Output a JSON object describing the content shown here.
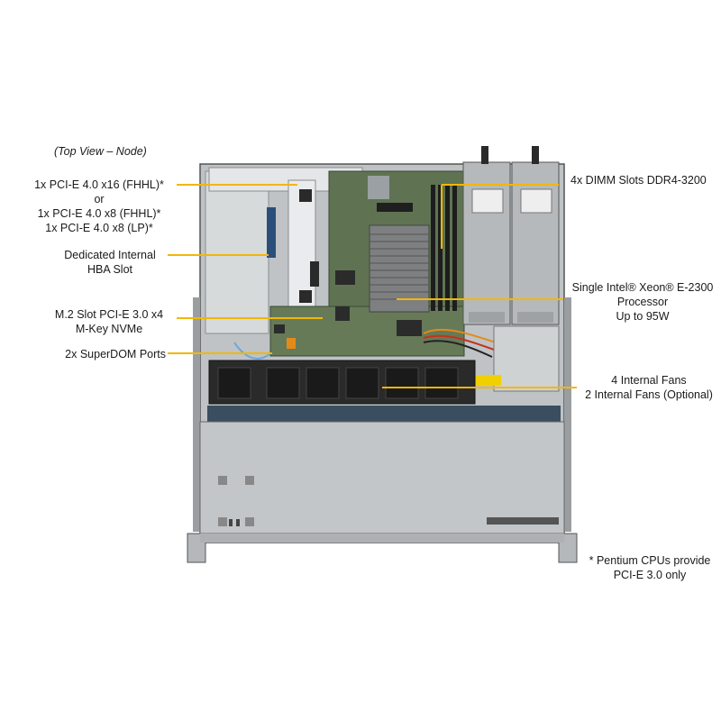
{
  "caption": "(Top View – Node)",
  "labels": {
    "pcie": [
      "1x PCI-E 4.0 x16 (FHHL)*",
      "or",
      "1x PCI-E 4.0 x8 (FHHL)*",
      "1x PCI-E 4.0 x8 (LP)*"
    ],
    "hba": [
      "Dedicated Internal",
      "HBA Slot"
    ],
    "m2": [
      "M.2 Slot PCI-E 3.0 x4",
      "M-Key NVMe"
    ],
    "superdom": "2x SuperDOM Ports",
    "dimm": "4x DIMM Slots DDR4-3200",
    "cpu_line1": "Single Intel® Xeon® E-2300",
    "cpu_line2": "Processor",
    "cpu_line3": "Up to 95W",
    "fans": [
      "4 Internal  Fans",
      "2 Internal  Fans (Optional)"
    ],
    "note": [
      "* Pentium CPUs provide",
      "PCI-E 3.0 only"
    ]
  },
  "colors": {
    "leader_line": "#f2b705",
    "chassis": "#c9ccce",
    "board": "#5f7353",
    "fan": "#1c1c1c"
  }
}
